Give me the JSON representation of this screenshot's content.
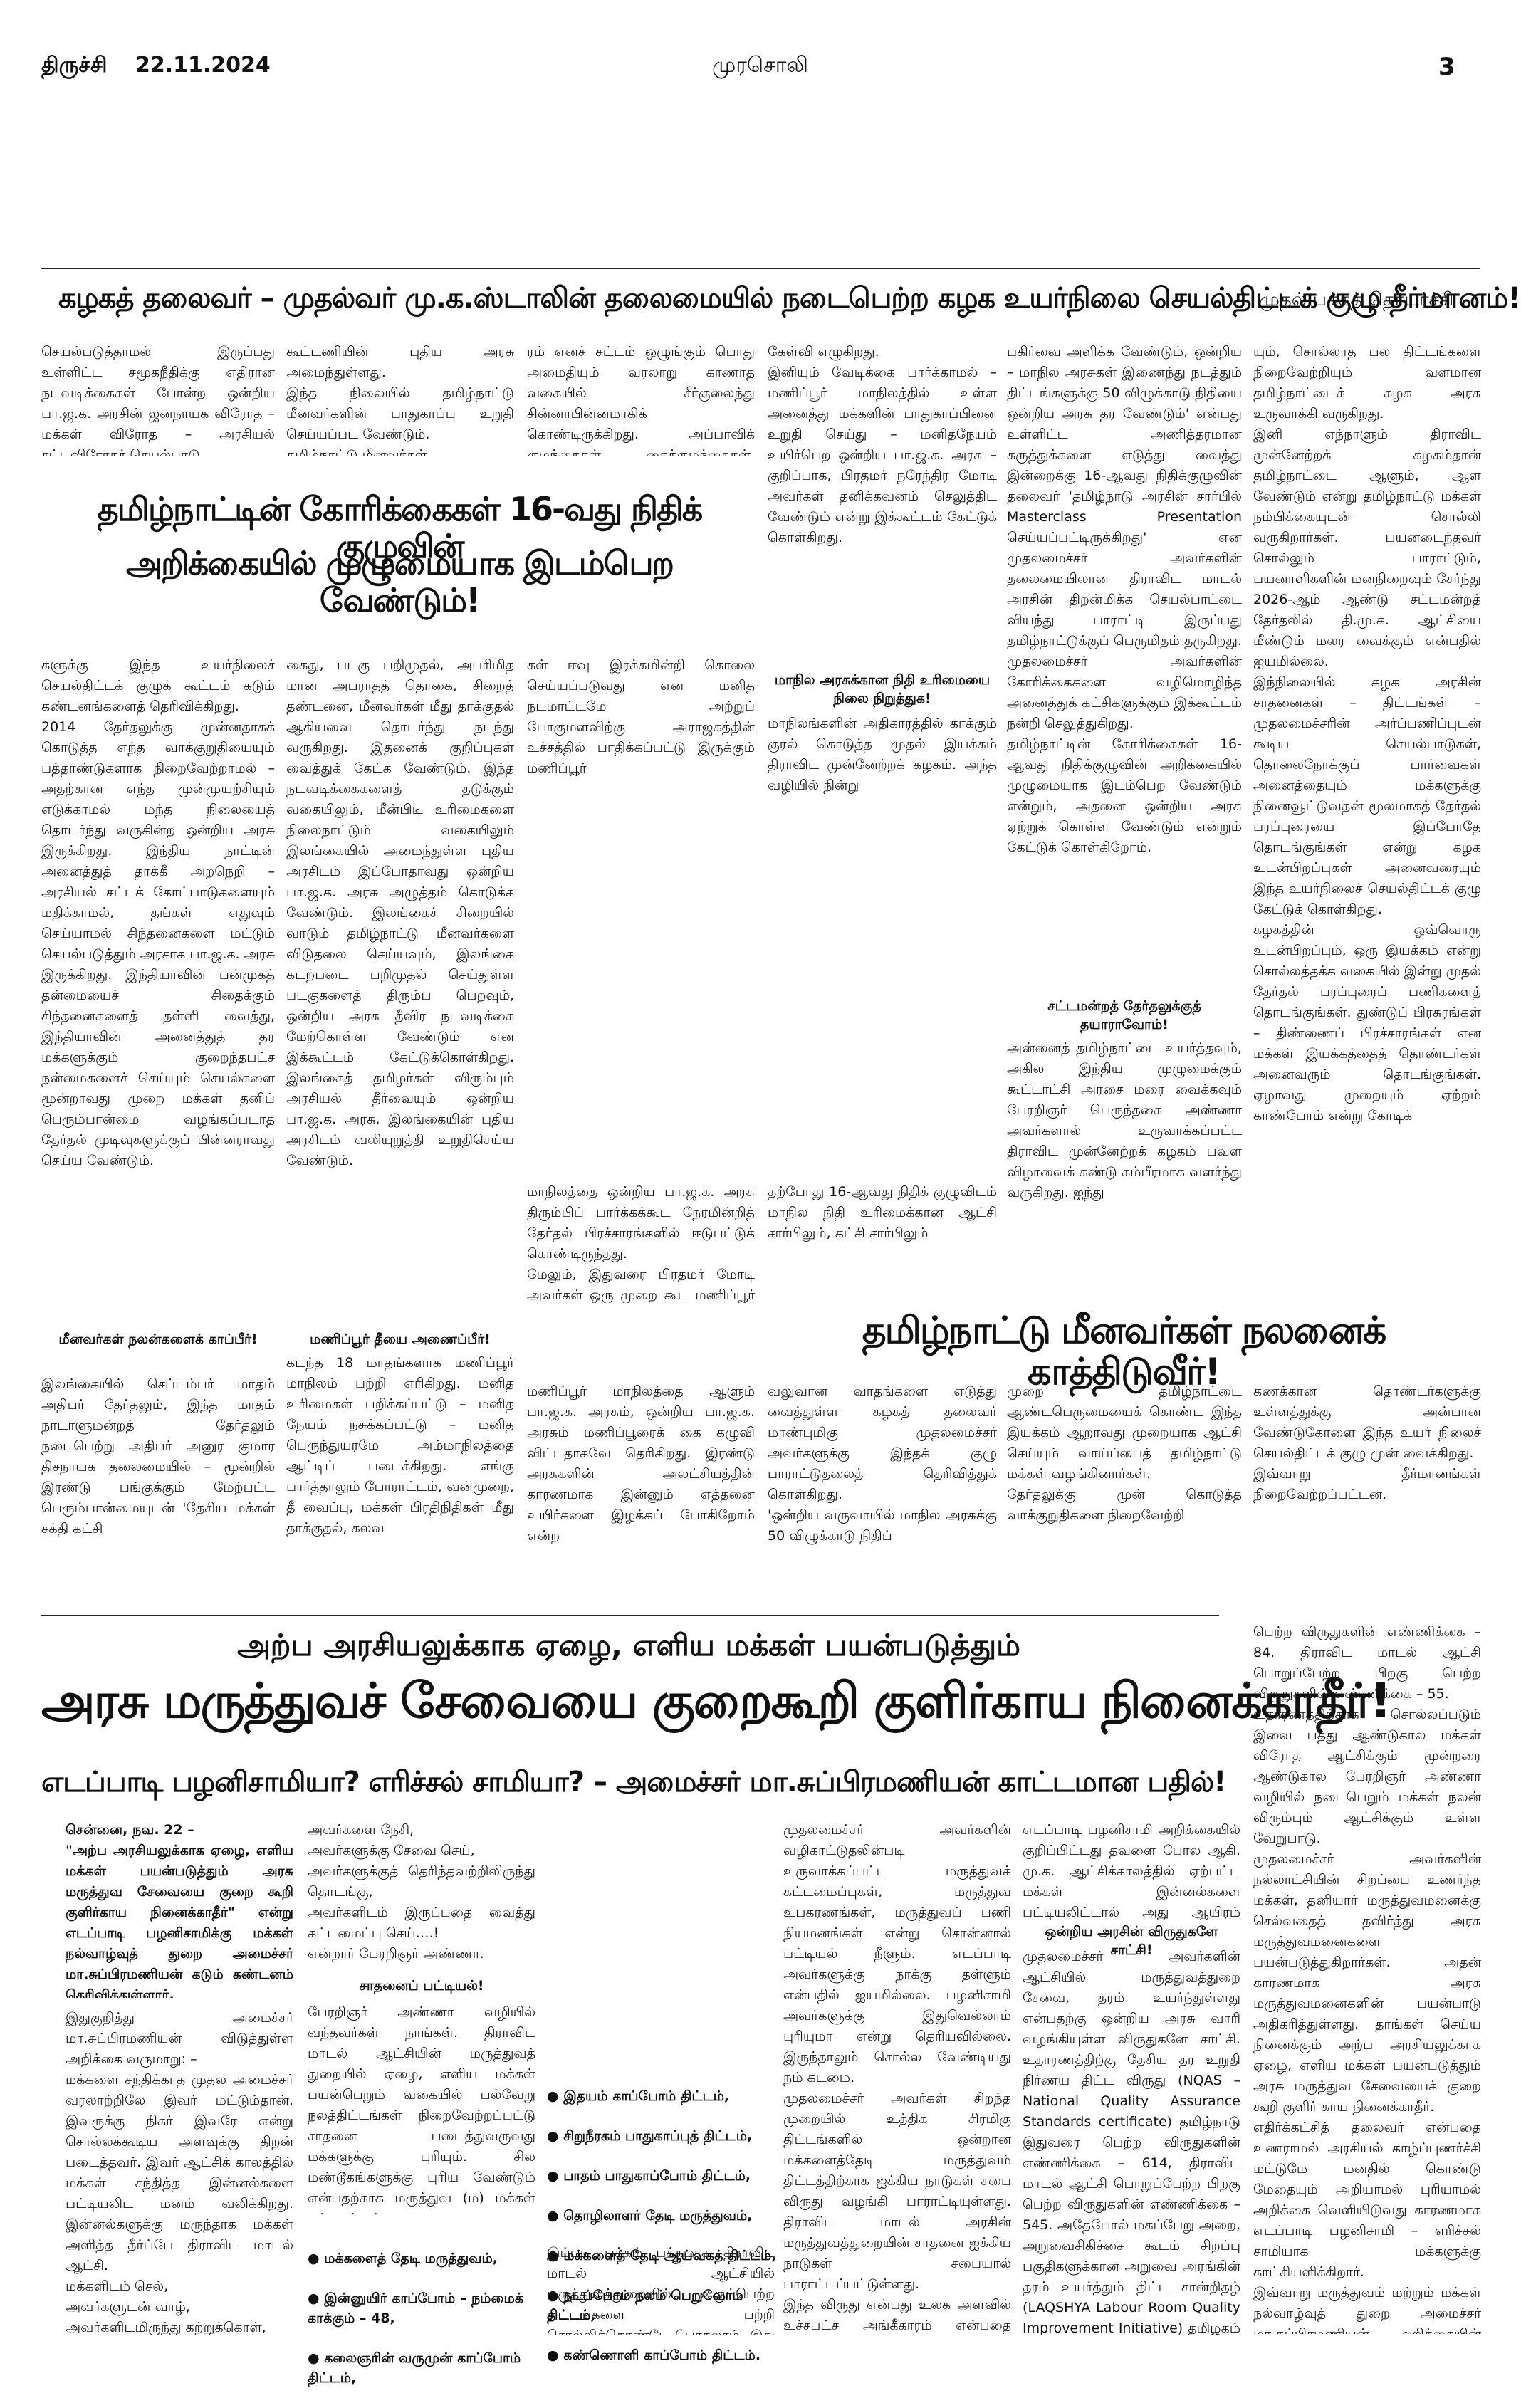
{
  "masthead": {
    "city": "திருச்சி",
    "date": "22.11.2024",
    "paper": "முரசொலி",
    "page": "3"
  },
  "story1": {
    "headline": "கழகத் தலைவர் – முதல்வர் மு.க.ஸ்டாலின் தலைமையில் நடைபெற்ற கழக உயர்நிலை செயல்திட்டக் குழு தீர்மானம்!…",
    "continued": "முதல் பக்கத் தொடர்ச்சி",
    "inner_headline_1": "தமிழ்நாட்டின் கோரிக்கைகள் 16-வது நிதிக் குழுவின்",
    "inner_headline_2": "அறிக்கையில் முழுமையாக இடம்பெற வேண்டும்!",
    "col1_top": "செயல்படுத்தாமல் இருப்பது உள்ளிட்ட சமூகநீதிக்கு எதிரான நடவடிக்கைகள் போன்ற ஒன்றிய பா.ஜ.க. அரசின் ஜனநாயக விரோத – மக்கள் விரோத – அரசியல் சட்டவிரோதச் செயல்பாடு",
    "col2_top": "கூட்டணியின் புதிய அரசு அமைந்துள்ளது.\n    இந்த நிலையில் தமிழ்நாட்டு மீனவர்களின் பாதுகாப்பு உறுதி செய்யப்பட வேண்டும்.\n    தமிழ்நாட்டு மீனவர்கள்",
    "col3_top": "ரம் எனச் சட்டம் ஒழுங்கும் பொது அமைதியும் வரலாறு காணாத வகையில் சீர்குலைந்து சின்னாபின்னமாகிக் கொண்டிருக்கிறது. அப்பாவிக் குழந்தைகள், கைக்குழந்தைகள், பெண்",
    "col4_top": "கேள்வி எழுகிறது.\n    இனியும் வேடிக்கை பார்க்காமல் – மணிப்பூர் மாநிலத்தில் உள்ள அனைத்து மக்களின் பாதுகாப்பினை உறுதி செய்து – மனிதநேயம் உயிர்பெற ஒன்றிய பா.ஜ.க. அரசு – குறிப்பாக, பிரதமர் நரேந்திர மோடி அவர்கள் தனிக்கவனம் செலுத்திட வேண்டும் என்று இக்கூட்டம் கேட்டுக் கொள்கிறது.",
    "col5": "பகிர்வை அளிக்க வேண்டும், ஒன்றிய – மாநில அரசுகள் இணைந்து நடத்தும் திட்டங்களுக்கு 50 விழுக்காடு நிதியை ஒன்றிய அரசு தர வேண்டும்' என்பது உள்ளிட்ட அணித்தரமான கருத்துக்களை எடுத்து வைத்து இன்றைக்கு 16-ஆவது நிதிக்குழுவின் தலைவர் 'தமிழ்நாடு அரசின் சார்பில் Masterclass Presentation செய்யப்பட்டிருக்கிறது' என முதலமைச்சர் அவர்களின் தலைமையிலான திராவிட மாடல் அரசின் திறன்மிக்க செயல்பாட்டை வியந்து பாராட்டி இருப்பது தமிழ்நாட்டுக்குப் பெருமிதம் தருகிறது. முதலமைச்சர் அவர்களின் கோரிக்கைகளை வழிமொழிந்த அனைத்துக் கட்சிகளுக்கும் இக்கூட்டம் நன்றி செலுத்துகிறது.\n    தமிழ்நாட்டின் கோரிக்கைகள் 16-ஆவது நிதிக்குழுவின் அறிக்கையில் முழுமையாக இடம்பெற வேண்டும் என்றும், அதனை ஒன்றிய அரசு ஏற்றுக் கொள்ள வேண்டும் என்றும் கேட்டுக் கொள்கிறோம்.",
    "sub_election": "சட்டமன்றத் தேர்தலுக்குத் தயாராவோம்!",
    "col5_b": "அன்னைத் தமிழ்நாட்டை உயர்த்தவும், அகில இந்திய முழுமைக்கும் கூட்டாட்சி அரசை மரை வைக்கவும் பேரறிஞர் பெருந்தகை அண்ணா அவர்களால் உருவாக்கப்பட்ட திராவிட முன்னேற்றக் கழகம் பவள விழாவைக் கண்டு கம்பீரமாக வளர்ந்து வருகிறது. ஐந்து",
    "col6": "யும், சொல்லாத பல திட்டங்களை நிறைவேற்றியும் வளமான தமிழ்நாட்டைக் கழக அரசு உருவாக்கி வருகிறது.\n    இனி எந்நாளும் திராவிட முன்னேற்றக் கழகம்தான் தமிழ்நாட்டை ஆளும், ஆள வேண்டும் என்று தமிழ்நாட்டு மக்கள் நம்பிக்கையுடன் சொல்லி வருகிறார்கள். பயனடைந்தவர் சொல்லும் பாராட்டும், பயனாளிகளின் மனநிறைவும் சேர்ந்து 2026-ஆம் ஆண்டு சட்டமன்றத் தேர்தலில் தி.மு.க. ஆட்சியை மீண்டும் மலர வைக்கும் என்பதில் ஐயமில்லை.\n    இந்நிலையில் கழக அரசின் சாதனைகள் – திட்டங்கள் – முதலமைச்சரின் அர்ப்பணிப்புடன் கூடிய செயல்பாடுகள், தொலைநோக்குப் பார்வைகள் அனைத்தையும் மக்களுக்கு நினைவூட்டுவதன் மூலமாகத் தேர்தல் பரப்புரையை இப்போதே தொடங்குங்கள் என்று கழக உடன்பிறப்புகள் அனைவரையும் இந்த உயர்நிலைச் செயல்திட்டக் குழு கேட்டுக் கொள்கிறது.\n    கழகத்தின் ஒவ்வொரு உடன்பிறப்பும், ஒரு இயக்கம் என்று சொல்லத்தக்க வகையில் இன்று முதல் தேர்தல் பரப்புரைப் பணிகளைத் தொடங்குங்கள். துண்டுப் பிரசுரங்கள் – திண்ணைப் பிரச்சாரங்கள் என மக்கள் இயக்கத்தைத் தொண்டர்கள் அனைவரும் தொடங்குங்கள். ஏழாவது முறையும் ஏற்றம் காண்போம் என்று கோடிக்",
    "col1_mid": "களுக்கு இந்த உயர்நிலைச் செயல்திட்டக் குழுக் கூட்டம் கடும் கண்டனங்களைத் தெரிவிக்கிறது.\n    2014 தேர்தலுக்கு முன்னதாகக் கொடுத்த எந்த வாக்குறுதியையும் பத்தாண்டுகளாக நிறைவேற்றாமல் – அதற்கான எந்த முன்முயற்சியும் எடுக்காமல் மந்த நிலையைத் தொடர்ந்து வருகின்ற ஒன்றிய அரசு இருக்கிறது. இந்திய நாட்டின் அனைத்துத் தாக்கீ அறநெறி – அரசியல் சட்டக் கோட்பாடுகளையும் மதிக்காமல், தங்கள் எதுவும் செய்யாமல் சிந்தனைகளை மட்டும் செயல்படுத்தும் அரசாக பா.ஜ.க. அரசு இருக்கிறது. இந்தியாவின் பன்முகத் தன்மையைச் சிதைக்கும் சிந்தனைகளைத் தள்ளி வைத்து, இந்தியாவின் அனைத்துத் தர மக்களுக்கும் குறைந்தபட்ச நன்மைகளைச் செய்யும் செயல்களை மூன்றாவது முறை மக்கள் தனிப் பெரும்பான்மை வழங்கப்படாத தேர்தல் முடிவுகளுக்குப் பின்னராவது செய்ய வேண்டும்.",
    "col2_mid": "கைது, படகு பறிமுதல், அபரிமித மான அபராதத் தொகை, சிறைத் தண்டனை, மீனவர்கள் மீது தாக்குதல் ஆகியவை தொடர்ந்து நடந்து வருகிறது. இதனைக் குறிப்புகள் வைத்துக் கேட்க வேண்டும். இந்த நடவடிக்கைகளைத் தடுக்கும் வகையிலும், மீன்பிடி உரிமைகளை நிலைநாட்டும் வகையிலும் இலங்கையில் அமைந்துள்ள புதிய அரசிடம் இப்போதாவது ஒன்றிய பா.ஜ.க. அரசு அழுத்தம் கொடுக்க வேண்டும். இலங்கைச் சிறையில் வாடும் தமிழ்நாட்டு மீனவர்களை விடுதலை செய்யவும், இலங்கை கடற்படை பறிமுதல் செய்துள்ள படகுகளைத் திரும்ப பெறவும், ஒன்றிய அரசு தீவிர நடவடிக்கை மேற்கொள்ள வேண்டும் என இக்கூட்டம் கேட்டுக்கொள்கிறது. இலங்கைத் தமிழர்கள் விரும்பும் அரசியல் தீர்வையும் ஒன்றிய பா.ஜ.க. அரசு, இலங்கையின் புதிய அரசிடம் வலியுறுத்தி உறுதிசெய்ய வேண்டும்.",
    "col3_mid": "கள் ஈவு இரக்கமின்றி கொலை செய்யப்படுவது என மனித நடமாட்டமே அற்றுப் போகுமளவிற்கு அராஜகத்தின் உச்சத்தில் பாதிக்கப்பட்டு இருக்கும் மணிப்பூர்",
    "col3_low": "மாநிலத்தை ஒன்றிய பா.ஜ.க. அரசு திரும்பிப் பார்க்கக்கூட நேரமின்றித் தேர்தல் பிரச்சாரங்களில் ஈடுபட்டுக் கொண்டிருந்தது.\n    மேலும், இதுவரை பிரதமர் மோடி அவர்கள் ஒரு முறை கூட மணிப்பூர் மாநிலத்திற்குச் செல்லாது கண்டிக்கத்தக்கதோடு;",
    "col4_low": "தற்போது 16-ஆவது நிதிக் குழுவிடம் மாநில நிதி உரிமைக்கான ஆட்சி சார்பிலும், கட்சி சார்பிலும்",
    "sub_finance": "மாநில அரசுக்கான நிதி உரிமையை நிலை நிறுத்துக!",
    "col4_mid": "மாநிலங்களின் அதிகாரத்தில் காக்கும் குரல் கொடுத்த முதல் இயக்கம் திராவிட முன்னேற்றக் கழகம். அந்த வழியில் நின்று",
    "sub_fishermen": "மீனவர்கள் நலன்களைக் காப்பீர்!",
    "col1_low": "இலங்கையில் செப்டம்பர் மாதம் அதிபர் தேர்தலும், இந்த மாதம் நாடாளுமன்றத் தேர்தலும் நடைபெற்று அதிபர் அனுர குமார திசநாயக தலைமையில் – மூன்றில் இரண்டு பங்குக்கும் மேற்பட்ட பெரும்பான்மையுடன் 'தேசிய மக்கள் சக்தி கட்சி",
    "sub_manipur": "மணிப்பூர் தீயை அணைப்பீர்!",
    "col2_low": "கடந்த 18 மாதங்களாக மணிப்பூர் மாநிலம் பற்றி எரிகிறது. மனித உரிமைகள் பறிக்கப்பட்டு – மனித நேயம் நசுக்கப்பட்டு – மனித பெருந்துயரமே அம்மாநிலத்தை ஆட்டிப் படைக்கிறது. எங்கு பார்த்தாலும் போராட்டம், வன்முறை, தீ வைப்பு, மக்கள் பிரதிநிதிகள் மீது தாக்குதல், கலவ",
    "col3_bottom": "மணிப்பூர் மாநிலத்தை ஆளும் பா.ஜ.க. அரசும், ஒன்றிய பா.ஜ.க. அரசும் மணிப்பூரைக் கை கழுவி விட்டதாகவே தெரிகிறது. இரண்டு அரசுகளின் அலட்சியத்தின் காரணமாக இன்னும் எத்தனை உயிர்களை இழக்கப் போகிறோம் என்ற",
    "headline_fishermen": "தமிழ்நாட்டு மீனவர்கள் நலனைக் காத்திடுவீர்!",
    "col4_bottom": "வலுவான வாதங்களை எடுத்து வைத்துள்ள கழகத் தலைவர் மாண்புமிகு முதலமைச்சர் அவர்களுக்கு இந்தக் குழு பாராட்டுதலைத் தெரிவித்துக் கொள்கிறது.\n    'ஒன்றிய வருவாயில் மாநில அரசுக்கு 50 விழுக்காடு நிதிப்",
    "col5_bottom": "முறை தமிழ்நாட்டை ஆண்டபெருமையைக் கொண்ட இந்த இயக்கம் ஆறாவது முறையாக ஆட்சி செய்யும் வாய்ப்பைத் தமிழ்நாட்டு மக்கள் வழங்கினார்கள்.\n    தேர்தலுக்கு முன் கொடுத்த வாக்குறுதிகளை நிறைவேற்றி",
    "col6_bottom": "கணக்கான தொண்டர்களுக்கு உள்ளத்துக்கு அன்பான வேண்டுகோளை இந்த உயர் நிலைச் செயல்திட்டக் குழு முன் வைக்கிறது.\n    இவ்வாறு தீர்மானங்கள் நிறைவேற்றப்பட்டன."
  },
  "story2": {
    "kicker": "அற்ப அரசியலுக்காக ஏழை, எளிய மக்கள் பயன்படுத்தும்",
    "headline": "அரசு மருத்துவச் சேவையை குறைகூறி குளிர்காய நினைக்காதீர்!",
    "subhead": "எடப்பாடி பழனிசாமியா? எரிச்சல் சாமியா? – அமைச்சர் மா.சுப்பிரமணியன் காட்டமான பதில்!",
    "col1_lead": "சென்னை, நவ. 22 –\n\"அற்ப அரசியலுக்காக ஏழை, எளிய மக்கள் பயன்படுத்தும் அரசு மருத்துவ சேவையை குறை கூறி குளிர்காய நினைக்காதீர்\" என்று எடப்பாடி பழனிசாமிக்கு மக்கள் நல்வாழ்வுத் துறை அமைச்சர் மா.சுப்பிரமணியன் கடும் கண்டனம் தெரிவித்துள்ளார்.",
    "col1": "இதுகுறித்து அமைச்சர் மா.சுப்பிரமணியன் விடுத்துள்ள அறிக்கை வருமாறு: –\n    மக்களை சந்திக்காத முதல அமைச்சர் வரலாற்றிலே இவர் மட்டும்தான். இவருக்கு நிகர் இவரே என்று சொல்லக்கூடிய அளவுக்கு திறன் படைத்தவர். இவர் ஆட்சிக் காலத்தில் மக்கள் சந்தித்த இன்னல்களை பட்டியலிட மனம் வலிக்கிறது. இன்னல்களுக்கு மருந்தாக மக்கள் அளித்த தீர்ப்பே திராவிட மாடல் ஆட்சி.\n    மக்களிடம் செல்,\n    அவர்களுடன் வாழ்,\n    அவர்களிடமிருந்து கற்றுக்கொள்,",
    "col2": "அவர்களை நேசி,\n    அவர்களுக்கு சேவை செய்,\n    அவர்களுக்குத் தெரிந்தவற்றிலிருந்து தொடங்கு,\n    அவர்களிடம் இருப்பதை வைத்து கட்டமைப்பு செய்….!\n    என்றார் பேரறிஞர் அண்ணா.",
    "sub_achievements": "சாதனைப் பட்டியல்!",
    "col2_b": "பேரறிஞர் அண்ணா வழியில் வந்தவர்கள் நாங்கள். திராவிட மாடல் ஆட்சியின் மருத்துவத் துறையில் ஏழை, எளிய மக்கள் பயன்பெறும் வகையில் பல்வேறு நலத்திட்டங்கள் நிறைவேற்றப்பட்டு சாதனை படைத்துவருவது மக்களுக்கு புரியும். சில மண்டூகங்களுக்கு புரிய வேண்டும் என்பதற்காக மருத்துவ (ம) மக்கள் நல்வாழ்வுத் துறை சாதனை பட்டியலை மீண்டும் நினைவு கூறுகிறேன்.",
    "list_a": [
      "இன்னுயிர் காப்போம் – நம்மைக் காக்கும் – 48,",
      "கலைஞரின் வருமுன் காப்போம் திட்டம்,",
      "மக்களைத் தேடி மருத்துவம்,"
    ],
    "list_b": [
      "இதயம் காப்போம் திட்டம்,",
      "சிறுநீரகம் பாதுகாப்புத் திட்டம்,",
      "பாதம் பாதுகாப்போம் திட்டம்,",
      "தொழிலாளர் தேடி மருத்துவம்,",
      "மக்களைத் தேடி ஆய்வகத் திட்டம்,",
      "நடப்போம் நலம் பெறுவோம் திட்டம்,",
      "கண்ணொளி காப்போம் திட்டம்."
    ],
    "col3_b": "இப்படி பக்கம் பக்கமாக திராவிட மாடல் ஆட்சியில் மருத்துவத்துறையில் உருப்பெற்ற திட்டங்களை பற்றி சொல்லிக்கொண்டே போகலாம். இது மட்டுமின்றி இத்துறையில்",
    "col4": "முதலமைச்சர் அவர்களின் வழிகாட்டுதலின்படி உருவாக்கப்பட்ட மருத்துவக் கட்டமைப்புகள், மருத்துவ உபகரணங்கள், மருத்துவப் பணி நியமனங்கள் என்று சொன்னால் பட்டியல் நீளும். எடப்பாடி அவர்களுக்கு நாக்கு தள்ளும் என்பதில் ஐயமில்லை. பழனிசாமி அவர்களுக்கு இதுவெல்லாம் புரியுமா என்று தெரியவில்லை. இருந்தாலும் சொல்ல வேண்டியது நம் கடமை.\n    முதலமைச்சர் அவர்கள் சிறந்த முறையில் உத்திக சிரமிகு திட்டங்களில் ஒன்றான மக்களைத்தேடி மருத்துவம் திட்டத்திற்காக ஐக்கிய நாடுகள் சபை விருது வழங்கி பாராட்டியுள்ளது. திராவிட மாடல் அரசின் மருத்துவத்துறையின் சாதனை ஐக்கிய நாடுகள் சபையால் பாராட்டப்பட்டுள்ளது.\n    இந்த விருது என்பது உலக அளவில் உச்சபட்ச அங்கீகாரம் என்பதை எடப்பாடி பழனிசாமி அவர்கள் அறிந்திருப்பாரா என்பது ஐயமே!.",
    "col5": "எடப்பாடி பழனிசாமி அறிக்கையில் குறிப்பிட்டது தவளை போல ஆகி. மு.க. ஆட்சிக்காலத்தில் ஏற்பட்ட மக்கள் இன்னல்களை பட்டியலிட்டால் அது ஆயிரம் பக்கம் கொண்ட தனி புத்தகமே போடலாம்.",
    "sub_award": "ஒன்றிய அரசின் விருதுகளே சாட்சி!",
    "col5_b": "முதலமைச்சர் அவர்களின் ஆட்சியில் மருத்துவத்துறை சேவை, தரம் உயர்ந்துள்ளது என்பதற்கு ஒன்றிய அரசு வாரி வழங்கியுள்ள விருதுகளே சாட்சி. உதாரணத்திற்கு தேசிய தர உறுதி நிர்ணய திட்ட விருது (NQAS – National Quality Assurance Standards certificate) தமிழ்நாடு இதுவரை பெற்ற விருதுகளின் எண்ணிக்கை – 614, திராவிட மாடல் ஆட்சி பொறுப்பேற்ற பிறகு பெற்ற விருதுகளின் எண்ணிக்கை – 545. அதேபோல் மகப்பேறு அறை, அறுவைசிகிச்சை கூடம் சிறப்பு பகுதிகளுக்கான அறுவை அரங்கின் தரம் உயர்த்தும் திட்ட சான்றிதழ் (LAQSHYA Labour Room Quality Improvement Initiative) தமிழகம் இதுவரை",
    "col6": "பெற்ற விருதுகளின் எண்ணிக்கை – 84. திராவிட மாடல் ஆட்சி பொறுப்பேற்ற பிறகு பெற்ற விருதுகளின் எண்ணிக்கை – 55.\n    உதாரணத்திற்காக சொல்லப்படும் இவை பத்து ஆண்டுகால மக்கள் விரோத ஆட்சிக்கும் மூன்றரை ஆண்டுகால பேரறிஞர் அண்ணா வழியில் நடைபெறும் மக்கள் நலன் விரும்பும் ஆட்சிக்கும் உள்ள வேறுபாடு.\n    முதலமைச்சர் அவர்களின் நல்லாட்சியின் சிறப்பை உணர்ந்த மக்கள், தனியார் மருத்துவமனைக்கு செல்வதைத் தவிர்த்து அரசு மருத்துவமனைகளை பயன்படுத்துகிறார்கள். அதன் காரணமாக அரசு மருத்துவமனைகளின் பயன்பாடு அதிகரித்துள்ளது. தாங்கள் செய்ய நினைக்கும் அற்ப அரசியலுக்காக ஏழை, எளிய மக்கள் பயன்படுத்தும் அரசு மருத்துவ சேவையைக் குறை கூறி குளிர் காய நினைக்காதீர்.\n    எதிர்க்கட்சித் தலைவர் என்பதை உணராமல் அரசியல் காழ்ப்புணர்ச்சி மட்டுமே மனதில் கொண்டு மேதையும் அறியாமல் புரியாமல் அறிக்கை வெளியிடுவது காரணமாக எடப்பாடி பழனிசாமி – எரிச்சல் சாமியாக மக்களுக்கு காட்சியளிக்கிறார்.\n    இவ்வாறு மருத்துவம் மற்றும் மக்கள் நல்வாழ்வுத் துறை அமைச்சர் மா.சுப்பிரமணியன் அறிக்கையின் வாயிலாக பதிலளித்துள்ளார்."
  }
}
